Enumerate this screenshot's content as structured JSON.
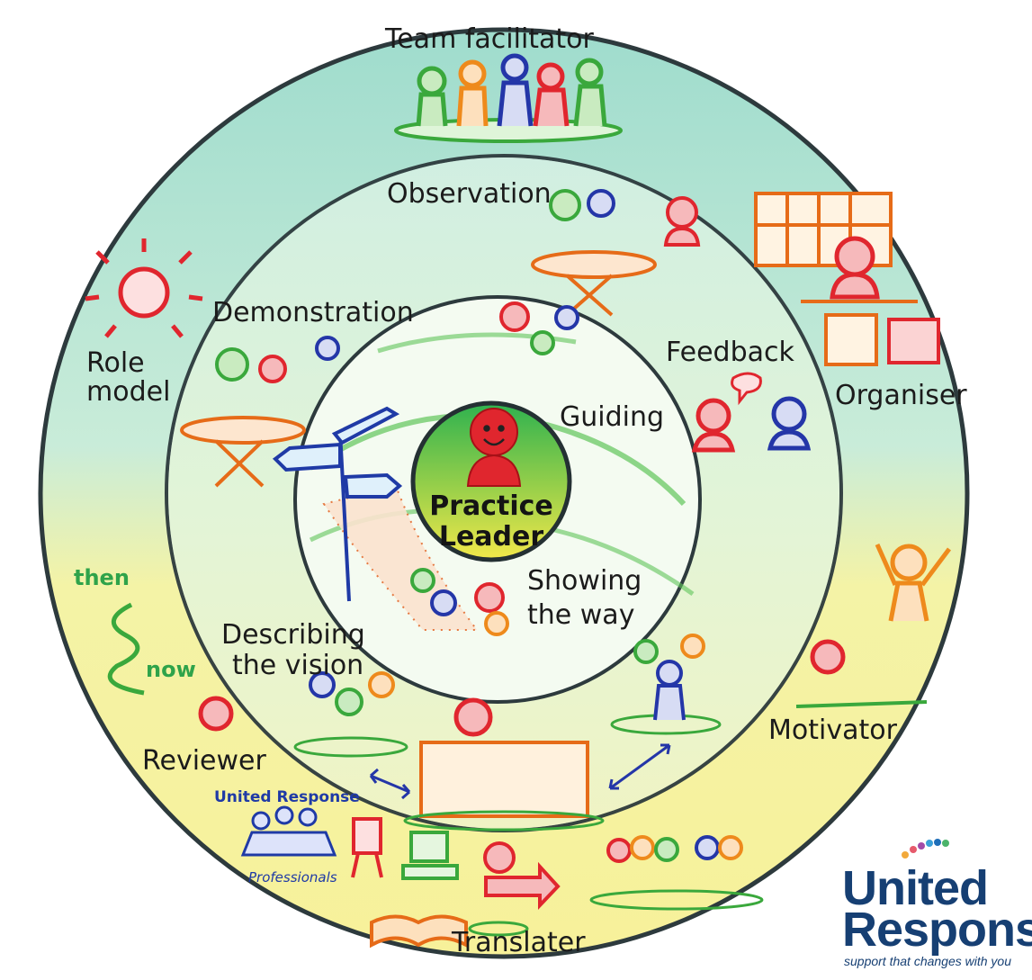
{
  "center": {
    "line1": "Practice",
    "line2": "Leader"
  },
  "labels": {
    "team_facilitator": "Team facilitator",
    "observation": "Observation",
    "demonstration": "Demonstration",
    "role_model_1": "Role",
    "role_model_2": "model",
    "feedback": "Feedback",
    "organiser": "Organiser",
    "guiding": "Guiding",
    "showing_1": "Showing",
    "showing_2": "the way",
    "describing_1": "Describing",
    "describing_2": "the vision",
    "then": "then",
    "now": "now",
    "reviewer": "Reviewer",
    "motivator": "Motivator",
    "translater": "Translater",
    "ur_professionals_1": "United Response",
    "ur_professionals_2": "Professionals"
  },
  "logo": {
    "word1": "United",
    "word2": "Response",
    "tagline": "support that changes with you"
  },
  "colors": {
    "outer_ring_top": "#8fd9c8",
    "outer_ring_bottom": "#f4f08a",
    "center_top": "#2fb24f",
    "center_bottom": "#f2e84a",
    "figure_red": "#e0262e",
    "figure_green": "#3aa83c",
    "figure_blue": "#2436a8",
    "figure_orange": "#ee8a1c",
    "logo_navy": "#163f73"
  }
}
